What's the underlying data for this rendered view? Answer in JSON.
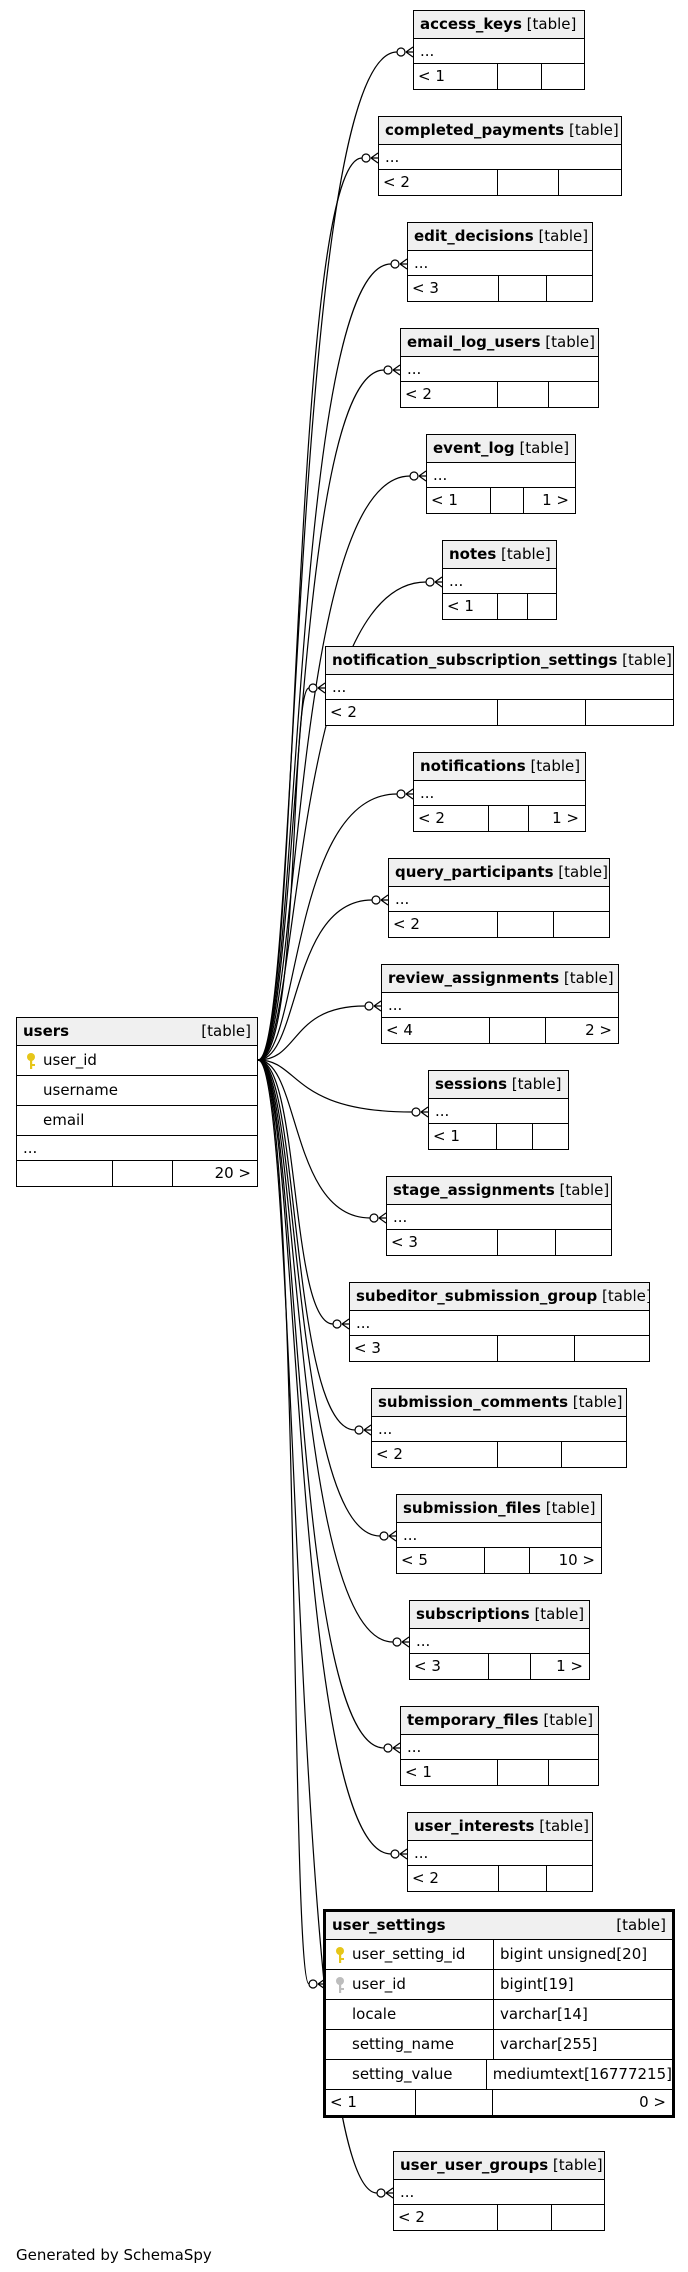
{
  "users": {
    "name": "users",
    "type": "[table]",
    "columns": [
      "user_id",
      "username",
      "email"
    ],
    "more": "...",
    "footer_right": "20 >"
  },
  "tables": [
    {
      "name": "access_keys",
      "type": "[table]",
      "row": "...",
      "foot_left": "< 1",
      "foot_right": ""
    },
    {
      "name": "completed_payments",
      "type": "[table]",
      "row": "...",
      "foot_left": "< 2",
      "foot_right": ""
    },
    {
      "name": "edit_decisions",
      "type": "[table]",
      "row": "...",
      "foot_left": "< 3",
      "foot_right": ""
    },
    {
      "name": "email_log_users",
      "type": "[table]",
      "row": "...",
      "foot_left": "< 2",
      "foot_right": ""
    },
    {
      "name": "event_log",
      "type": "[table]",
      "row": "...",
      "foot_left": "< 1",
      "foot_right": "1 >"
    },
    {
      "name": "notes",
      "type": "[table]",
      "row": "...",
      "foot_left": "< 1",
      "foot_right": ""
    },
    {
      "name": "notification_subscription_settings",
      "type": "[table]",
      "row": "...",
      "foot_left": "< 2",
      "foot_right": ""
    },
    {
      "name": "notifications",
      "type": "[table]",
      "row": "...",
      "foot_left": "< 2",
      "foot_right": "1 >"
    },
    {
      "name": "query_participants",
      "type": "[table]",
      "row": "...",
      "foot_left": "< 2",
      "foot_right": ""
    },
    {
      "name": "review_assignments",
      "type": "[table]",
      "row": "...",
      "foot_left": "< 4",
      "foot_right": "2 >"
    },
    {
      "name": "sessions",
      "type": "[table]",
      "row": "...",
      "foot_left": "< 1",
      "foot_right": ""
    },
    {
      "name": "stage_assignments",
      "type": "[table]",
      "row": "...",
      "foot_left": "< 3",
      "foot_right": ""
    },
    {
      "name": "subeditor_submission_group",
      "type": "[table]",
      "row": "...",
      "foot_left": "< 3",
      "foot_right": ""
    },
    {
      "name": "submission_comments",
      "type": "[table]",
      "row": "...",
      "foot_left": "< 2",
      "foot_right": ""
    },
    {
      "name": "submission_files",
      "type": "[table]",
      "row": "...",
      "foot_left": "< 5",
      "foot_right": "10 >"
    },
    {
      "name": "subscriptions",
      "type": "[table]",
      "row": "...",
      "foot_left": "< 3",
      "foot_right": "1 >"
    },
    {
      "name": "temporary_files",
      "type": "[table]",
      "row": "...",
      "foot_left": "< 1",
      "foot_right": ""
    },
    {
      "name": "user_interests",
      "type": "[table]",
      "row": "...",
      "foot_left": "< 2",
      "foot_right": ""
    },
    {
      "name": "user_user_groups",
      "type": "[table]",
      "row": "...",
      "foot_left": "< 2",
      "foot_right": ""
    }
  ],
  "user_settings": {
    "name": "user_settings",
    "type": "[table]",
    "columns": [
      {
        "name": "user_setting_id",
        "type": "bigint unsigned[20]",
        "key": "primary"
      },
      {
        "name": "user_id",
        "type": "bigint[19]",
        "key": "foreign"
      },
      {
        "name": "locale",
        "type": "varchar[14]",
        "key": ""
      },
      {
        "name": "setting_name",
        "type": "varchar[255]",
        "key": ""
      },
      {
        "name": "setting_value",
        "type": "mediumtext[16777215]",
        "key": ""
      }
    ],
    "foot_left": "< 1",
    "foot_right": "0 >"
  },
  "footer_text": "Generated by SchemaSpy"
}
